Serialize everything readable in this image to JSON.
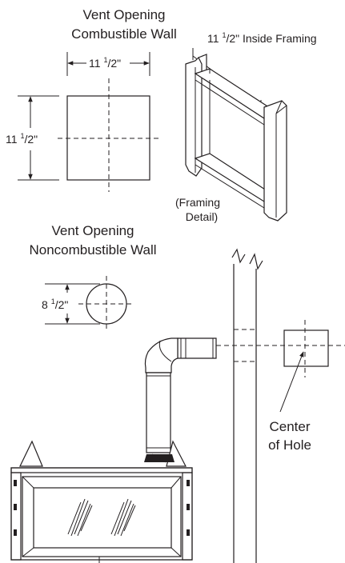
{
  "combustible": {
    "title_line1": "Vent Opening",
    "title_line2": "Combustible Wall",
    "width_whole": "11 ",
    "width_frac_num": "1",
    "width_frac_den": "/2\"",
    "height_whole": "11 ",
    "height_frac_num": "1",
    "height_frac_den": "/2\""
  },
  "framing": {
    "dim_whole": "11 ",
    "dim_frac_num": "1",
    "dim_frac_rest": "/2\" Inside Framing",
    "caption_line1": "(Framing",
    "caption_line2": "Detail)"
  },
  "noncombustible": {
    "title_line1": "Vent Opening",
    "title_line2": "Noncombustible Wall",
    "dia_whole": "8 ",
    "dia_frac_num": "1",
    "dia_frac_den": "/2\""
  },
  "center_callout": {
    "line1": "Center",
    "line2": "of Hole"
  }
}
